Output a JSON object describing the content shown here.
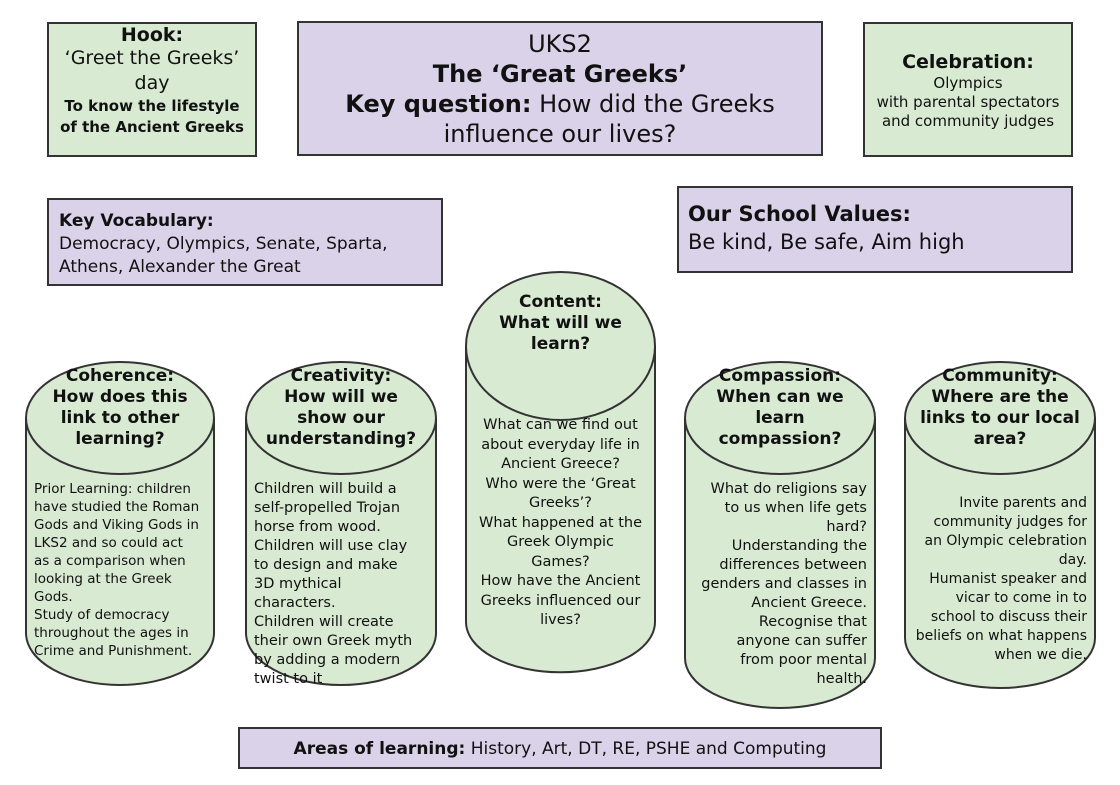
{
  "hook": {
    "title": "Hook:",
    "line1": "‘Greet the Greeks’",
    "line2": "day",
    "line3": "To know the lifestyle",
    "line4": "of the Ancient Greeks"
  },
  "header": {
    "line1": "UKS2",
    "line2": "The ‘Great Greeks’",
    "kq_label": "Key question:",
    "kq_text": " How did the Greeks",
    "line4": "influence our lives?"
  },
  "celebration": {
    "title": "Celebration:",
    "line1": "Olympics",
    "line2": "with parental spectators",
    "line3": "and community judges"
  },
  "vocab": {
    "title": "Key Vocabulary:",
    "line1": "Democracy, Olympics, Senate, Sparta,",
    "line2": "Athens, Alexander the Great"
  },
  "values": {
    "title": "Our School Values:",
    "text": "Be kind, Be safe, Aim high"
  },
  "coherence": {
    "cap": [
      "Coherence:",
      "How does this",
      "link to other",
      "learning?"
    ],
    "body": [
      "Prior Learning: children",
      "have studied the Roman",
      "Gods and Viking Gods in",
      "LKS2 and so could act",
      "as a comparison when",
      "looking at the Greek",
      "Gods.",
      "Study of democracy",
      "throughout the ages in",
      "Crime and Punishment."
    ]
  },
  "creativity": {
    "cap": [
      "Creativity:",
      "How will we",
      "show our",
      "understanding?"
    ],
    "body": [
      "Children will build a",
      "self-propelled Trojan",
      "horse from wood.",
      "Children will use clay",
      "to design and make",
      "3D mythical",
      "characters.",
      "Children will create",
      "their own Greek myth",
      "by adding a modern",
      "twist to it"
    ]
  },
  "content": {
    "cap": [
      "Content:",
      "What will we",
      "learn?"
    ],
    "body": [
      "What can we find out",
      "about everyday life in",
      "Ancient Greece?",
      "Who were the ‘Great",
      "Greeks’?",
      "What happened at the",
      "Greek Olympic",
      "Games?",
      "How have the Ancient",
      "Greeks influenced our",
      "lives?"
    ]
  },
  "compassion": {
    "cap": [
      "Compassion:",
      "When can we",
      "learn",
      "compassion?"
    ],
    "body": [
      "What do religions say",
      "to us when life gets",
      "hard?",
      "Understanding the",
      "differences between",
      "genders and classes in",
      "Ancient Greece.",
      "Recognise that",
      "anyone can suffer",
      "from poor mental",
      "health."
    ]
  },
  "community": {
    "cap": [
      "Community:",
      "Where are the",
      "links to our local",
      "area?"
    ],
    "body": [
      "Invite parents and",
      "community judges for",
      "an Olympic celebration",
      "day.",
      "Humanist speaker and",
      "vicar to come in to",
      "school to discuss their",
      "beliefs on what happens",
      "when we die."
    ]
  },
  "areas": {
    "label": "Areas of learning:",
    "text": " History, Art, DT,  RE, PSHE and Computing"
  },
  "colors": {
    "green": "#d9ead3",
    "purple": "#d9d2e9",
    "border": "#333333"
  }
}
